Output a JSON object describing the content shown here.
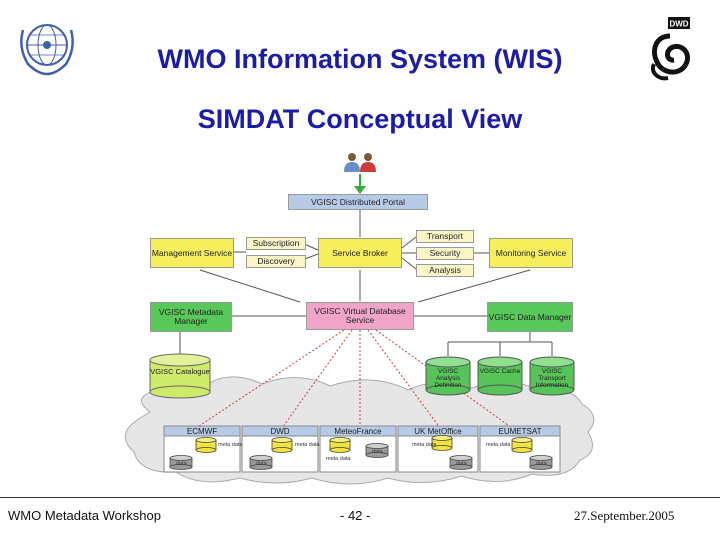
{
  "slide": {
    "title": "WMO Information System (WIS)",
    "subtitle": "SIMDAT Conceptual View",
    "logo_right_text": "DWD"
  },
  "diagram": {
    "portal": "VGISC Distributed Portal",
    "management": "Management Service",
    "subscription": "Subscription",
    "discovery": "Discovery",
    "broker": "Service Broker",
    "transport": "Transport",
    "security": "Security",
    "analysis": "Analysis",
    "monitoring": "Monitoring Service",
    "metadata_manager": "VGISC Metadata Manager",
    "virtual_db": "VGISC Virtual Database Service",
    "data_manager": "VGISC Data Manager",
    "catalogue": "VGISC Catalogue",
    "analysis_def": "VGISC Analysis Definition",
    "cache": "VGISC Cache",
    "transport_info": "VGISC Transport Information",
    "centres": [
      {
        "name": "ECMWF"
      },
      {
        "name": "DWD"
      },
      {
        "name": "MeteoFrance"
      },
      {
        "name": "UK MetOffice"
      },
      {
        "name": "EUMETSAT"
      }
    ],
    "meta_label": "meta data",
    "data_label": "data"
  },
  "footer": {
    "left": "WMO Metadata Workshop",
    "center": "- 42 -",
    "right": "27.September.2005"
  },
  "colors": {
    "title": "#1c1ca8",
    "service": "#f7ee5c",
    "manager": "#58c85a",
    "virtual_db": "#f0a4c8",
    "portal": "#b8cbe6",
    "cloud": "#e6e6e6"
  }
}
